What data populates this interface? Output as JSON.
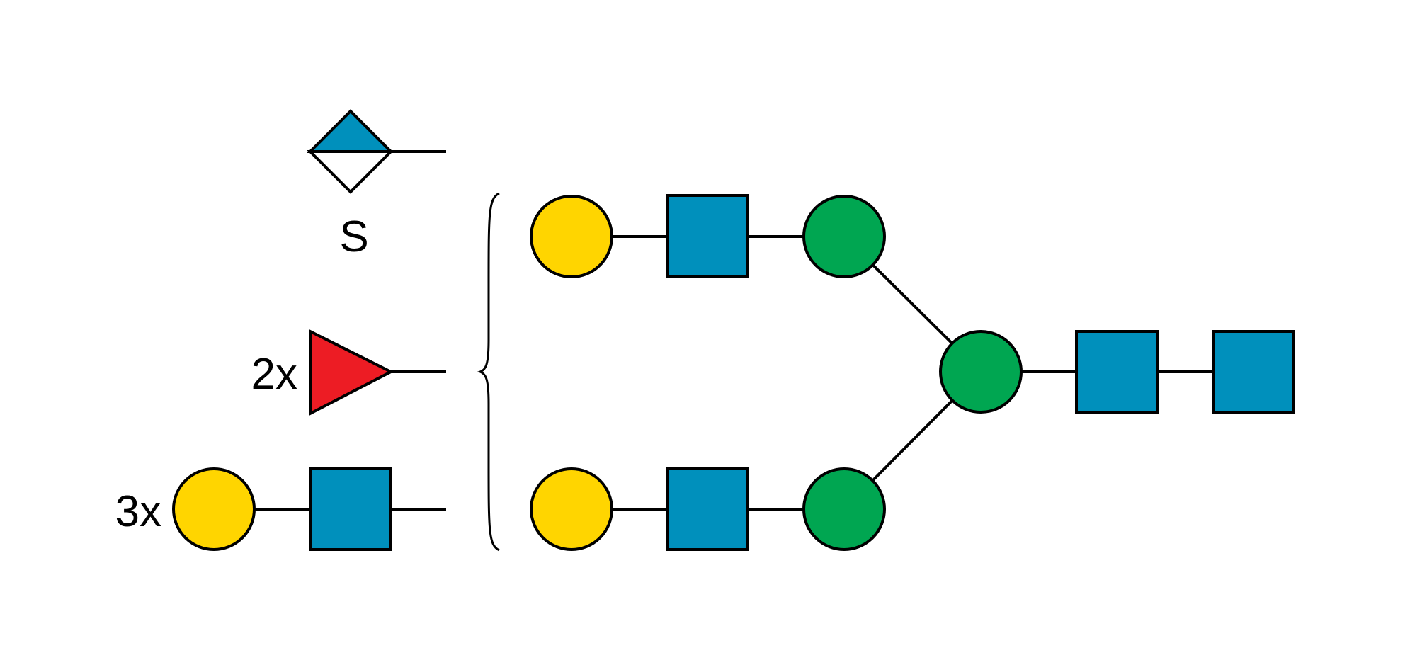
{
  "colors": {
    "galactose": "#FFD500",
    "glcnac": "#0090BC",
    "mannose": "#00A651",
    "fucose": "#ED1C24",
    "sialic_acid": "#0090BC",
    "outline": "#000000",
    "background": "#FFFFFF"
  },
  "legend": {
    "sulfate_label": "S",
    "fucose_count": "2x",
    "lacnac_count": "3x"
  },
  "diagram": {
    "symbols": [
      "galactose-circle",
      "glcnac-square",
      "mannose-circle",
      "fucose-triangle",
      "sialic-acid-diamond"
    ]
  }
}
